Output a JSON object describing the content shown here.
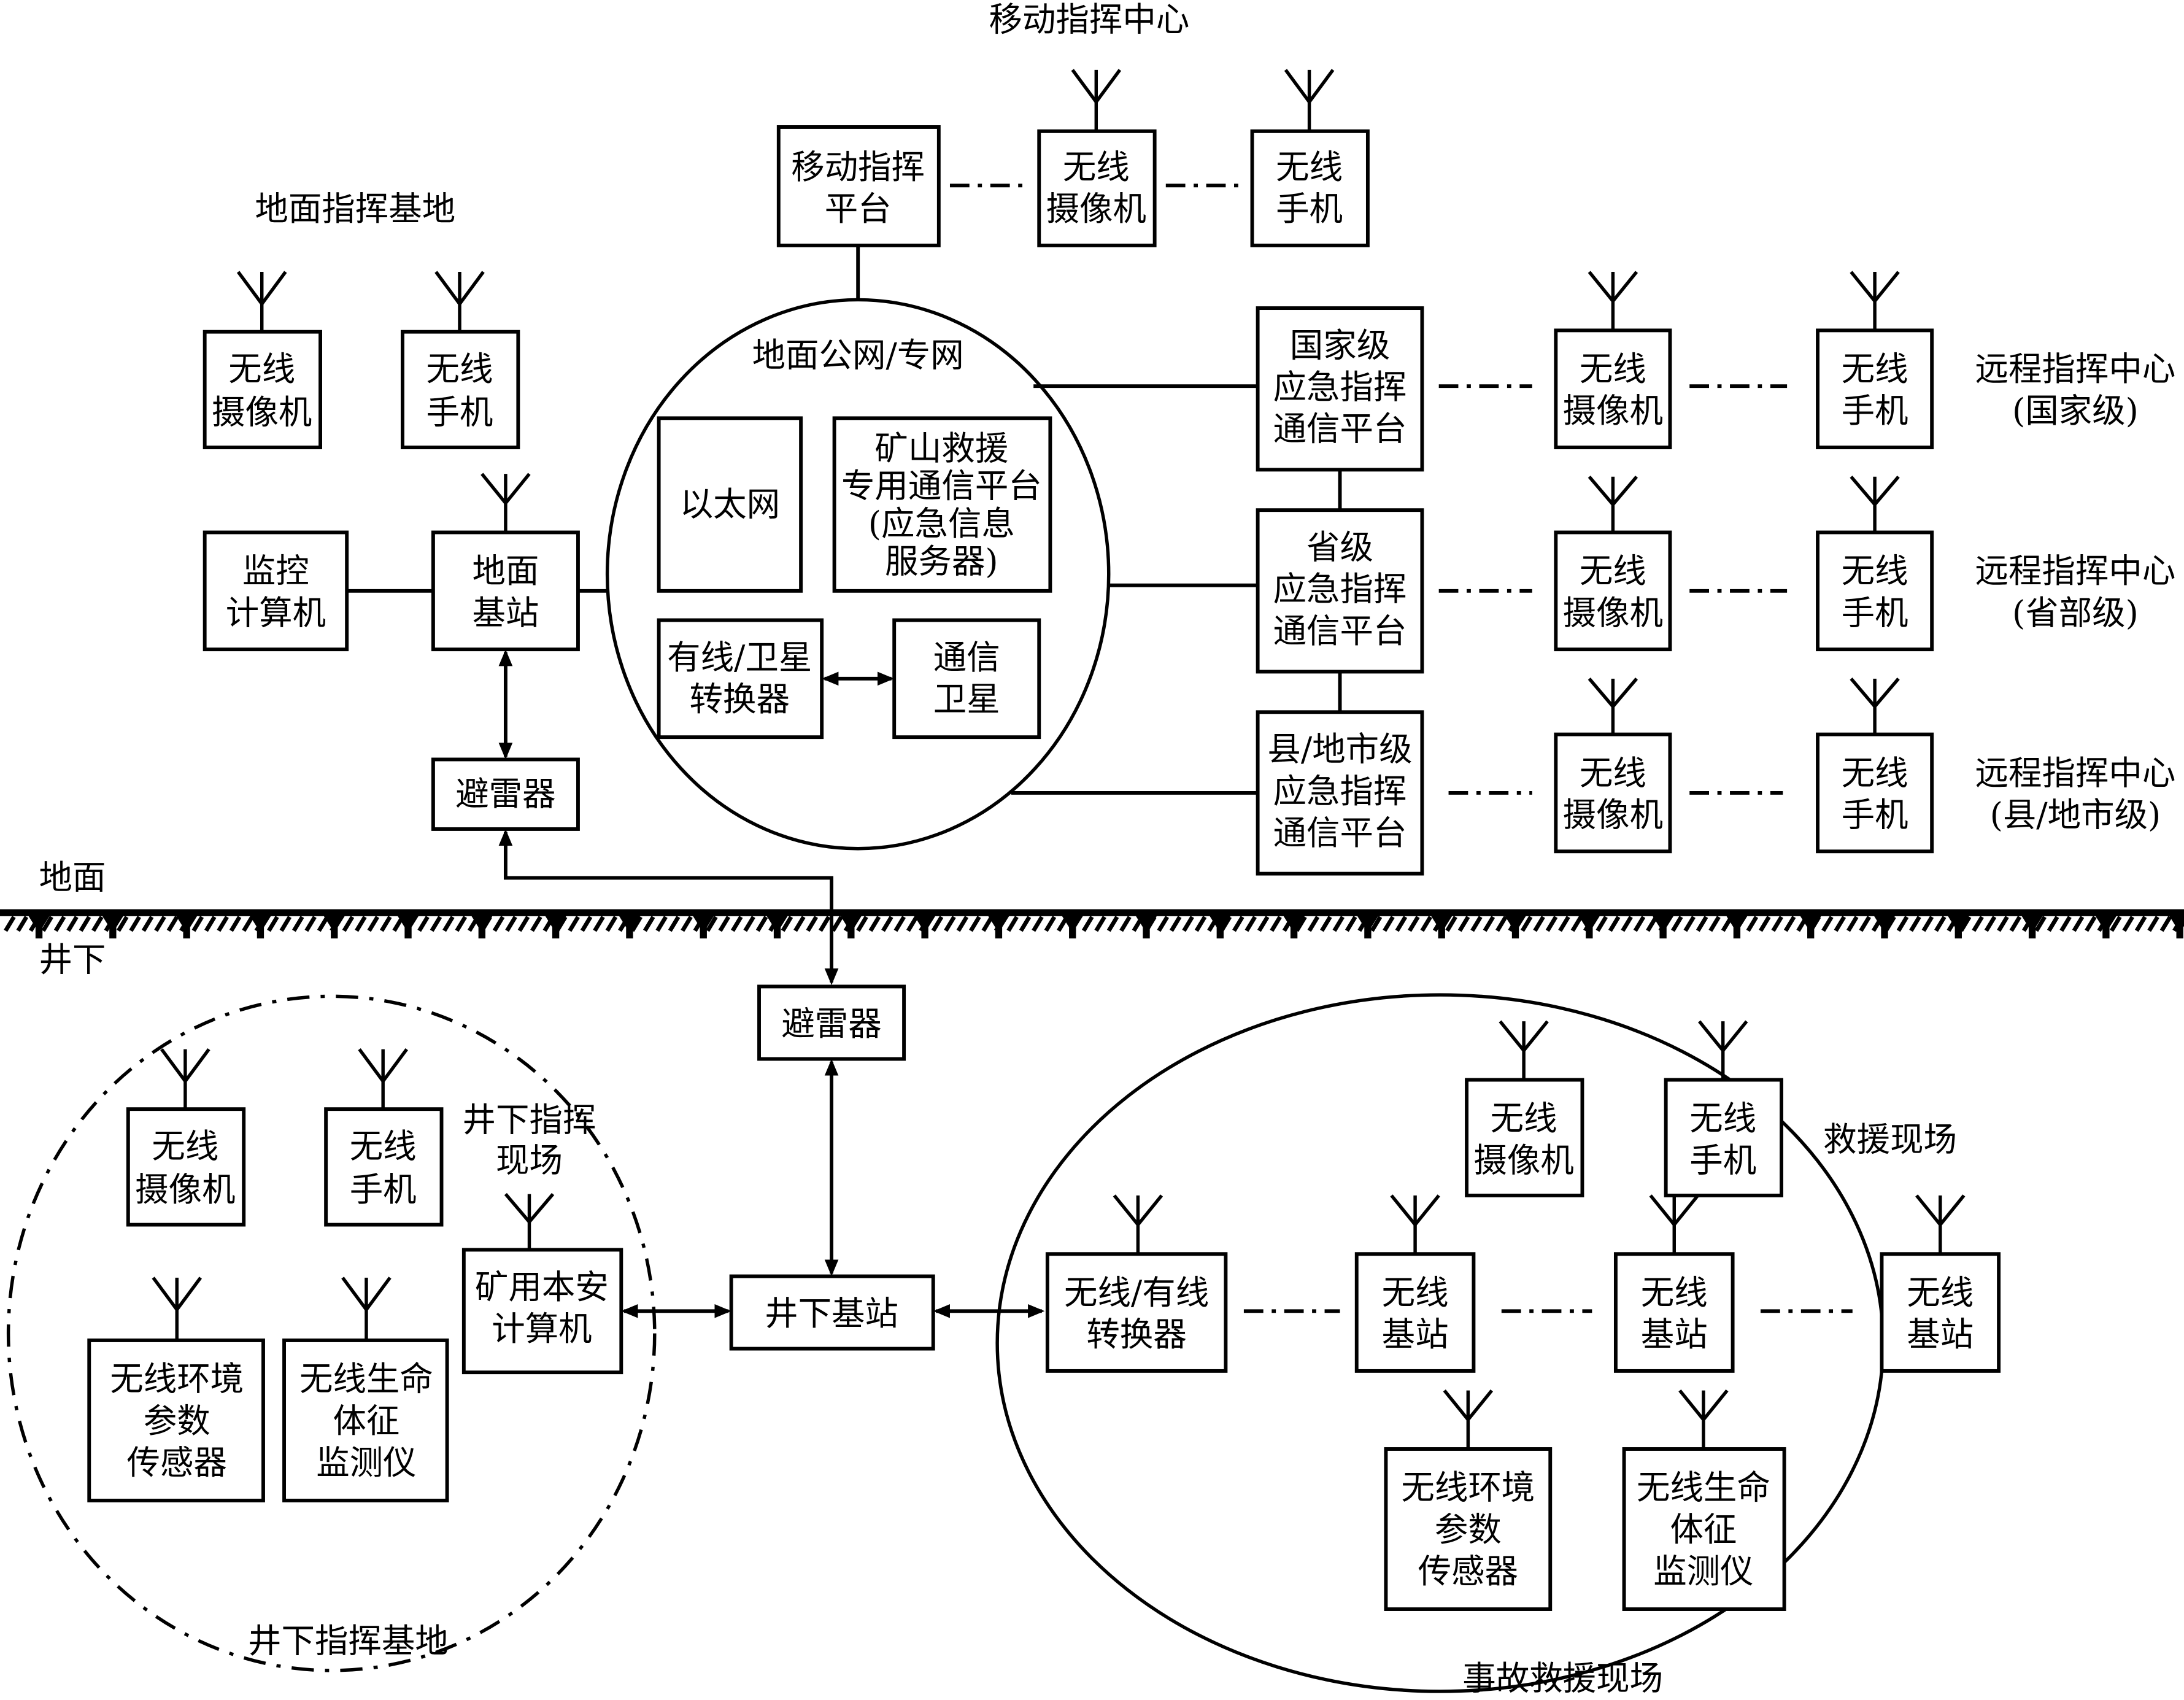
{
  "title": "矿山应急救援通信系统结构",
  "labels": {
    "mobile_center": "移动指挥中心",
    "ground_base": "地面指挥基地",
    "public_net": "地面公网/专网",
    "ground": "地面",
    "underground": "井下",
    "underground_site": [
      "井下指挥",
      "现场"
    ],
    "underground_base": "井下指挥基地",
    "rescue_site": "救援现场",
    "accident_site": "事故救援现场",
    "remote_national": [
      "远程指挥中心",
      "(国家级)"
    ],
    "remote_province": [
      "远程指挥中心",
      "(省部级)"
    ],
    "remote_county": [
      "远程指挥中心",
      "(县/地市级)"
    ]
  },
  "nodes": {
    "mobile_platform": [
      "移动指挥",
      "平台"
    ],
    "mobile_camera": [
      "无线",
      "摄像机"
    ],
    "mobile_phone": [
      "无线",
      "手机"
    ],
    "ground_camera": [
      "无线",
      "摄像机"
    ],
    "ground_phone": [
      "无线",
      "手机"
    ],
    "monitor_pc": [
      "监控",
      "计算机"
    ],
    "ground_bs": [
      "地面",
      "基站"
    ],
    "arrester_top": "避雷器",
    "ethernet": "以太网",
    "rescue_platform": [
      "矿山救援",
      "专用通信平台",
      "(应急信息",
      "服务器)"
    ],
    "sat_converter": [
      "有线/卫星",
      "转换器"
    ],
    "satellite": [
      "通信",
      "卫星"
    ],
    "national_platform": [
      "国家级",
      "应急指挥",
      "通信平台"
    ],
    "province_platform": [
      "省级",
      "应急指挥",
      "通信平台"
    ],
    "county_platform": [
      "县/地市级",
      "应急指挥",
      "通信平台"
    ],
    "remote_camera": [
      "无线",
      "摄像机"
    ],
    "remote_phone": [
      "无线",
      "手机"
    ],
    "arrester_bottom": "避雷器",
    "ug_bs": "井下基站",
    "ug_camera": [
      "无线",
      "摄像机"
    ],
    "ug_phone": [
      "无线",
      "手机"
    ],
    "safe_pc": [
      "矿用本安",
      "计算机"
    ],
    "env_sensor": [
      "无线环境",
      "参数",
      "传感器"
    ],
    "vital_monitor": [
      "无线生命",
      "体征",
      "监测仪"
    ],
    "wl_converter": [
      "无线/有线",
      "转换器"
    ],
    "wireless_bs": [
      "无线",
      "基站"
    ],
    "rs_camera": [
      "无线",
      "摄像机"
    ],
    "rs_phone": [
      "无线",
      "手机"
    ],
    "rs_env_sensor": [
      "无线环境",
      "参数",
      "传感器"
    ],
    "rs_vital_monitor": [
      "无线生命",
      "体征",
      "监测仪"
    ]
  }
}
